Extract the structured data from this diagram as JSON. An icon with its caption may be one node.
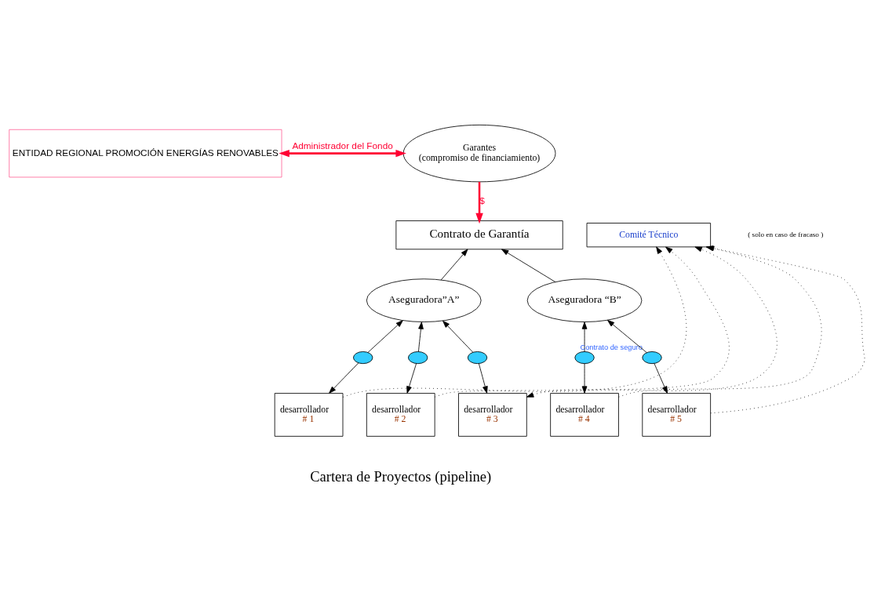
{
  "diagram": {
    "nodes": [
      {
        "text": [
          "ENTIDAD REGIONAL PROMOCIÓN ENERGÍAS RENOVABLES"
        ]
      },
      {
        "text": [
          "Comité Técnico"
        ]
      },
      {
        "text": [
          "Garantes",
          "(compromiso de financiamiento)"
        ]
      },
      {
        "text": [
          "Contrato de Garantía"
        ]
      },
      {
        "text": [
          "Aseguradora”A”"
        ]
      },
      {
        "text": [
          "Aseguradora “B”"
        ]
      },
      {
        "text": [
          "desarrollador",
          "# 1"
        ]
      },
      {
        "text": [
          "desarrollador",
          "# 2"
        ]
      },
      {
        "text": [
          "desarrollador",
          "# 3"
        ]
      },
      {
        "text": [
          "desarrollador",
          "# 4"
        ]
      },
      {
        "text": [
          "desarrollador",
          "# 5"
        ]
      },
      {
        "text": [],
        "shape": "ellipse"
      },
      {
        "text": [],
        "shape": "ellipse"
      },
      {
        "text": [],
        "shape": "ellipse"
      },
      {
        "text": [],
        "shape": "ellipse"
      },
      {
        "text": [],
        "shape": "ellipse",
        "beside": [
          "Contrato de seguro"
        ]
      }
    ],
    "edges": [
      {
        "from": 0,
        "to": 2,
        "arrow": "both",
        "label": "Administrador del Fondo",
        "style": "thick",
        "color": "#ff0033"
      },
      {
        "from": 2,
        "to": 3,
        "arrow": "to",
        "label": "$",
        "style": "thick",
        "color": "#ff0033"
      },
      {
        "from": 4,
        "to": 3,
        "arrow": "to"
      },
      {
        "from": 5,
        "to": 3,
        "arrow": "to"
      },
      {
        "from": 11,
        "to": 4,
        "arrow": "to"
      },
      {
        "from": 11,
        "to": 6,
        "arrow": "to"
      },
      {
        "from": 12,
        "to": 4,
        "arrow": "to"
      },
      {
        "from": 12,
        "to": 7,
        "arrow": "to"
      },
      {
        "from": 13,
        "to": 4,
        "arrow": "to"
      },
      {
        "from": 13,
        "to": 8,
        "arrow": "to"
      },
      {
        "from": 14,
        "to": 5,
        "arrow": "to"
      },
      {
        "from": 14,
        "to": 9,
        "arrow": "to"
      },
      {
        "from": 15,
        "to": 5,
        "arrow": "to"
      },
      {
        "from": 15,
        "to": 10,
        "arrow": "to"
      },
      {
        "from": 6,
        "to": 1,
        "arrow": "to",
        "style": "dashed"
      },
      {
        "from": 7,
        "to": 1,
        "arrow": "to",
        "style": "dashed"
      },
      {
        "from": 8,
        "to": 1,
        "arrow": "both",
        "style": "dashed"
      },
      {
        "from": 9,
        "to": 1,
        "arrow": "to",
        "style": "dashed"
      },
      {
        "from": 10,
        "to": 1,
        "arrow": "to",
        "style": "dashed"
      }
    ],
    "labels": [
      "( solo en caso de fracaso )",
      "Cartera de Proyectos (pipeline)"
    ]
  }
}
